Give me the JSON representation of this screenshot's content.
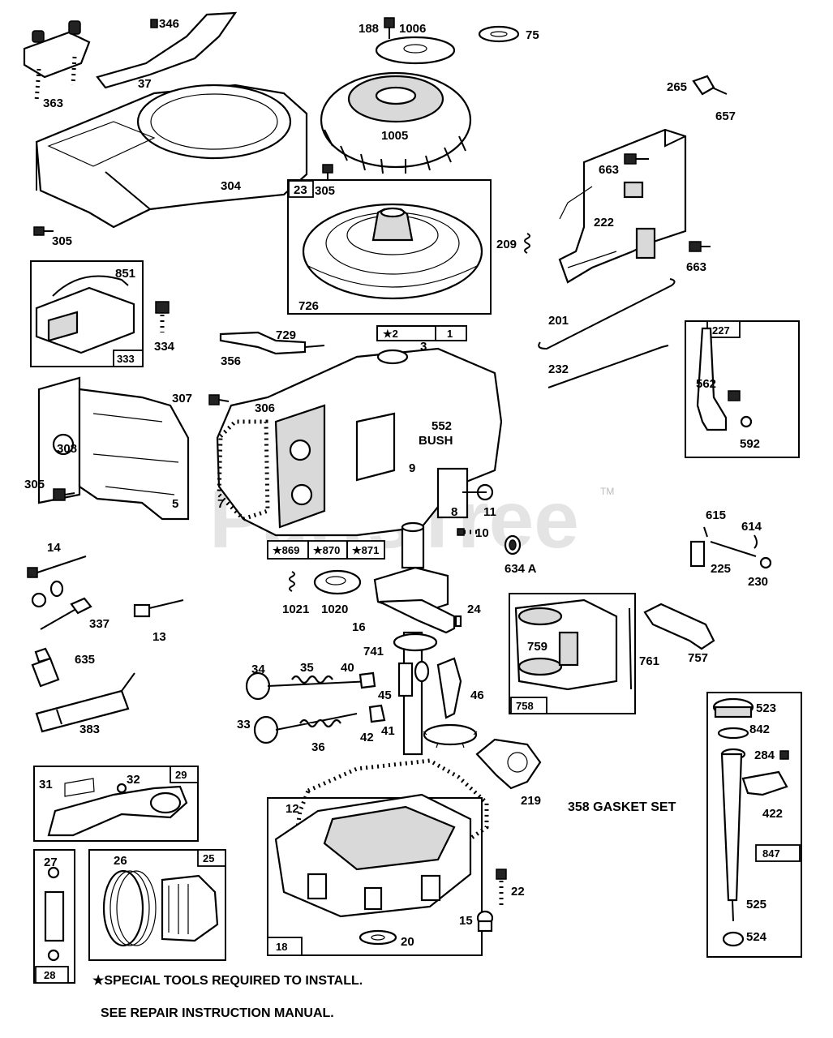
{
  "watermark": {
    "text": "PartsTree",
    "trademark": "TM"
  },
  "parts": {
    "p346": "346",
    "p37": "37",
    "p363": "363",
    "p304": "304",
    "p305a": "305",
    "p305b": "305",
    "p305c": "305",
    "p188": "188",
    "p1006": "1006",
    "p75": "75",
    "p1005": "1005",
    "p265": "265",
    "p657": "657",
    "p663a": "663",
    "p663b": "663",
    "p222": "222",
    "p209": "209",
    "p23": "23",
    "p726": "726",
    "p851": "851",
    "p333": "333",
    "p334": "334",
    "p729": "729",
    "p356": "356",
    "p2": "★2",
    "p3": "3",
    "p1": "1",
    "p201": "201",
    "p232": "232",
    "p227": "227",
    "p562": "562",
    "p592": "592",
    "p307": "307",
    "p306": "306",
    "p308": "308",
    "p552": "552",
    "bush": "BUSH",
    "p9": "9",
    "p7": "7",
    "p5": "5",
    "p8": "8",
    "p11": "11",
    "p10": "10",
    "p869": "★869",
    "p870": "★870",
    "p871": "★871",
    "p634a": "634 A",
    "p14": "14",
    "p337": "337",
    "p13": "13",
    "p635": "635",
    "p383": "383",
    "p1021": "1021",
    "p1020": "1020",
    "p16": "16",
    "p24": "24",
    "p615": "615",
    "p614": "614",
    "p225": "225",
    "p230": "230",
    "p759": "759",
    "p761": "761",
    "p757": "757",
    "p758": "758",
    "p741": "741",
    "p34": "34",
    "p35": "35",
    "p40": "40",
    "p45": "45",
    "p46": "46",
    "p33": "33",
    "p36": "36",
    "p42": "42",
    "p41": "41",
    "p523": "523",
    "p842": "842",
    "p284": "284",
    "p422": "422",
    "p847": "847",
    "p525": "525",
    "p524": "524",
    "p31": "31",
    "p32": "32",
    "p29": "29",
    "p219": "219",
    "p12": "12",
    "p27": "27",
    "p26": "26",
    "p25": "25",
    "p28": "28",
    "p18": "18",
    "p20": "20",
    "p22": "22",
    "p15": "15"
  },
  "gasket_set": "358 GASKET SET",
  "notes": {
    "line1": "★SPECIAL TOOLS REQUIRED TO INSTALL.",
    "line2": "SEE REPAIR INSTRUCTION MANUAL."
  }
}
